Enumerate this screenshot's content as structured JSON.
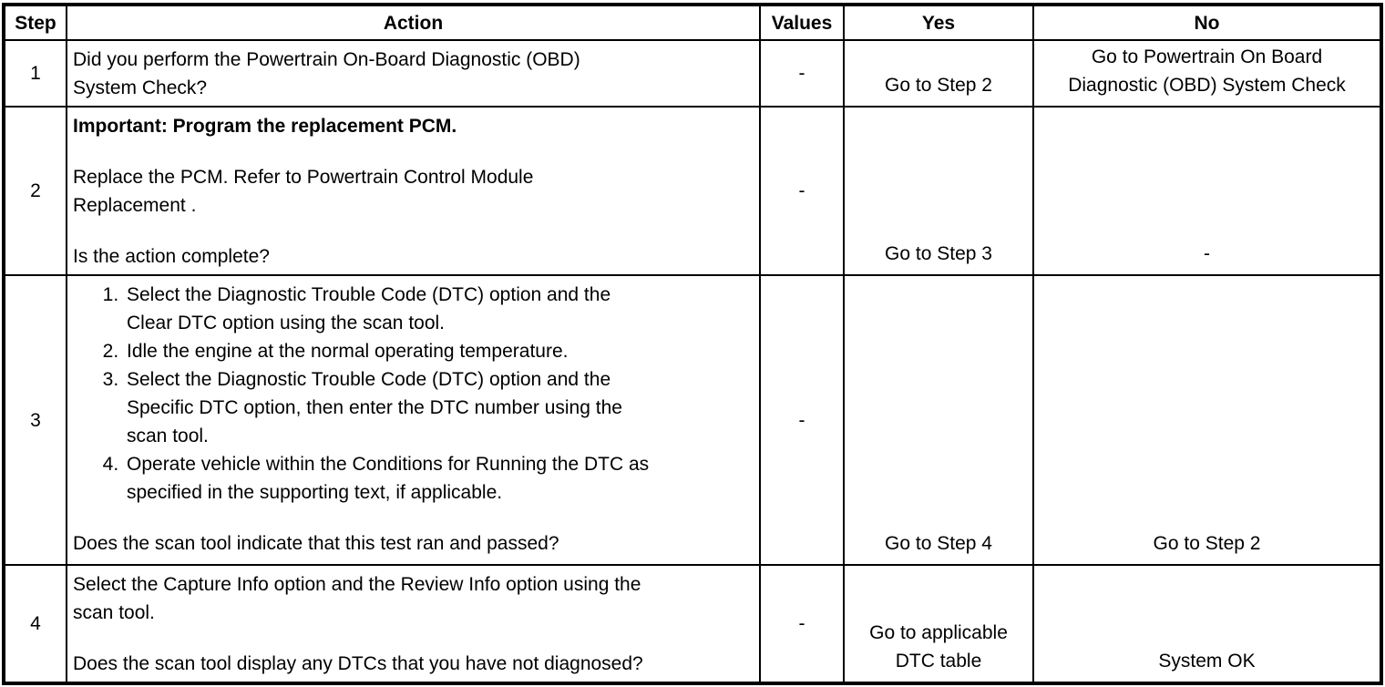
{
  "colors": {
    "border": "#000000",
    "text": "#000000",
    "background": "#ffffff"
  },
  "table": {
    "headers": [
      "Step",
      "Action",
      "Values",
      "Yes",
      "No"
    ],
    "rows": [
      {
        "step": "1",
        "action": {
          "question": "Did you perform the Powertrain On-Board Diagnostic (OBD)\nSystem Check?"
        },
        "values": "-",
        "yes": "Go to Step 2",
        "no": "Go to Powertrain On Board\nDiagnostic (OBD) System Check"
      },
      {
        "step": "2",
        "action": {
          "important": "Important: Program the replacement PCM.",
          "body": "Replace the PCM. Refer to Powertrain Control Module\nReplacement .",
          "question": "Is the action complete?"
        },
        "values": "-",
        "yes": "Go to Step 3",
        "no": "-"
      },
      {
        "step": "3",
        "action": {
          "list": [
            "Select the Diagnostic Trouble Code (DTC) option and the\nClear DTC option using the scan tool.",
            "Idle the engine at the normal operating temperature.",
            "Select the Diagnostic Trouble Code (DTC) option and the\nSpecific DTC option, then enter the DTC number using the\nscan tool.",
            "Operate vehicle within the Conditions for Running the DTC as\nspecified in the supporting text, if applicable."
          ],
          "question": "Does the scan tool indicate that this test ran and passed?"
        },
        "values": "-",
        "yes": "Go to Step 4",
        "no": "Go to Step 2"
      },
      {
        "step": "4",
        "action": {
          "body": "Select the Capture Info option and the Review Info option using the\nscan tool.",
          "question": "Does the scan tool display any DTCs that you have not diagnosed?"
        },
        "values": "-",
        "yes": "Go to applicable\nDTC table",
        "no": "System OK"
      }
    ]
  }
}
